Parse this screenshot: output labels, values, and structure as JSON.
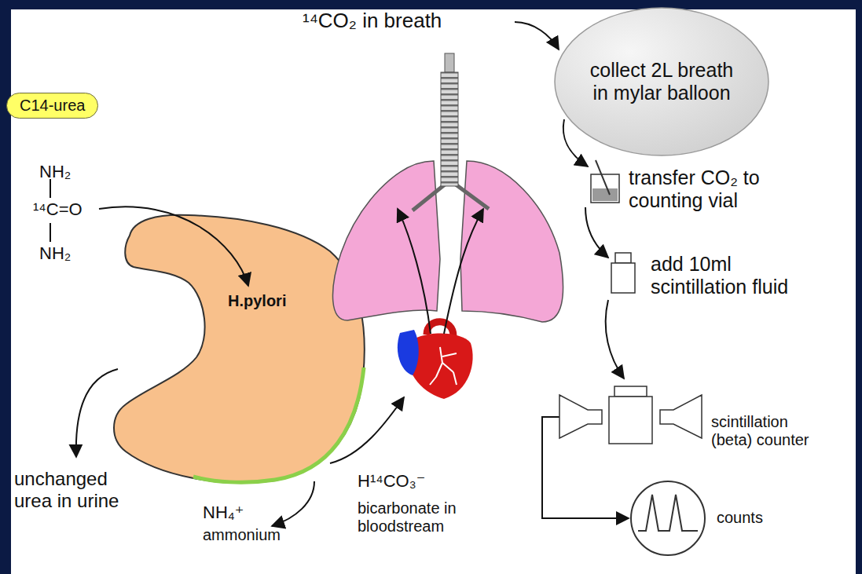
{
  "diagram": {
    "nodes": [
      {
        "text": [
          "C14-urea"
        ]
      },
      {
        "text": [
          "collect 2L breath in mylar balloon"
        ]
      }
    ],
    "labels": [
      "NH₂",
      "¹⁴C=O",
      "NH₂",
      "H.pylori",
      "unchanged urea in urine",
      "NH₄⁺",
      "ammonium",
      "H¹⁴CO₃⁻",
      "bicarbonate in bloodstream",
      "¹⁴CO₂ in breath",
      "transfer CO₂ to counting vial",
      "add 10ml scintillation fluid",
      "scintillation (beta) counter",
      "counts"
    ]
  }
}
